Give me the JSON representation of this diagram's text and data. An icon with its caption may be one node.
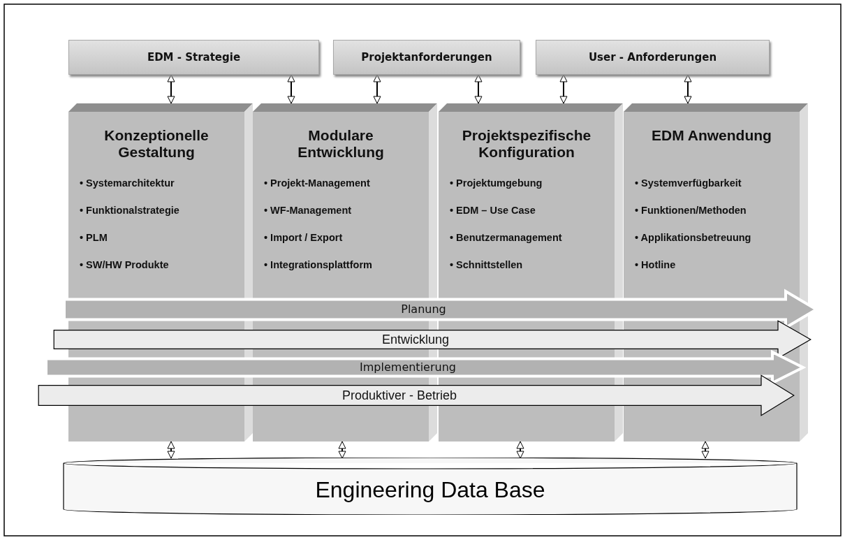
{
  "diagram": {
    "nodes": [
      {
        "text": [
          "EDM - Strategie"
        ]
      },
      {
        "text": [
          "Projektanforderungen"
        ]
      },
      {
        "text": [
          "User - Anforderungen"
        ]
      },
      {
        "text": [
          "Konzeptionelle Gestaltung",
          "• Systemarchitektur",
          "• Funktionalstrategie",
          "• PLM",
          "• SW/HW Produkte"
        ]
      },
      {
        "text": [
          "Modulare Entwicklung",
          "• Projekt-Management",
          "• WF-Management",
          "• Import / Export",
          "• Integrationsplattform"
        ]
      },
      {
        "text": [
          "Projektspezifische Konfiguration",
          "• Projektumgebung",
          "• EDM – Use Case",
          "• Benutzermanagement",
          "• Schnittstellen"
        ]
      },
      {
        "text": [
          "EDM Anwendung",
          "• Systemverfügbarkeit",
          "• Funktionen/Methoden",
          "• Applikationsbetreuung",
          "• Hotline"
        ]
      },
      {
        "text": [
          "Planung"
        ]
      },
      {
        "text": [
          "Entwicklung"
        ]
      },
      {
        "text": [
          "Implementierung"
        ]
      },
      {
        "text": [
          "Produktiver - Betrieb"
        ]
      },
      {
        "text": [
          "Engineering Data Base"
        ]
      }
    ],
    "edges": [
      {
        "from": 0,
        "to": 3,
        "arrow": "both"
      },
      {
        "from": 0,
        "to": 4,
        "arrow": "both"
      },
      {
        "from": 1,
        "to": 4,
        "arrow": "both"
      },
      {
        "from": 1,
        "to": 5,
        "arrow": "both"
      },
      {
        "from": 2,
        "to": 5,
        "arrow": "both"
      },
      {
        "from": 2,
        "to": 6,
        "arrow": "both"
      },
      {
        "from": 3,
        "to": 11,
        "arrow": "both"
      },
      {
        "from": 4,
        "to": 11,
        "arrow": "both"
      },
      {
        "from": 5,
        "to": 11,
        "arrow": "both"
      },
      {
        "from": 6,
        "to": 11,
        "arrow": "both"
      }
    ]
  }
}
